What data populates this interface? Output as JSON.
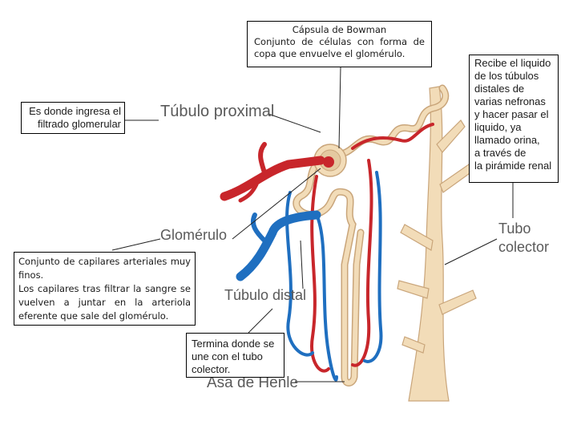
{
  "labels": {
    "tubulo_proximal": "Túbulo proximal",
    "glomerulo": "Glomérulo",
    "tubulo_distal": "Túbulo distal",
    "asa_de_henle": "Asa de Henle",
    "tubo_colector": [
      "Tubo",
      "colector"
    ]
  },
  "annotations": {
    "capsula_bowman": {
      "title": "Cápsula de Bowman",
      "text": "Conjunto de células con forma de copa que envuelve el glomérulo."
    },
    "ingreso_filtrado": [
      "Es donde ingresa el",
      "filtrado glomerular"
    ],
    "tubo_colector_funcion": [
      "Recibe el liquido",
      "de los túbulos",
      "distales de",
      "varias nefronas",
      "y hacer pasar el",
      "liquido, ya",
      "llamado orina,",
      "a través de",
      "la pirámide renal"
    ],
    "glomerulo_definicion": [
      "Conjunto de capilares arteriales muy finos.",
      "Los capilares tras filtrar la sangre se vuelven a juntar en la arteriola eferente que sale del glomérulo."
    ],
    "termina": "Termina donde se une con el tubo colector."
  },
  "colors": {
    "arteria": "#c8262b",
    "vena": "#1f6fc0",
    "tubulo": "#f2dcb8",
    "tubulo_borde": "#c9a57a",
    "etiqueta": "#5a5a5a"
  }
}
